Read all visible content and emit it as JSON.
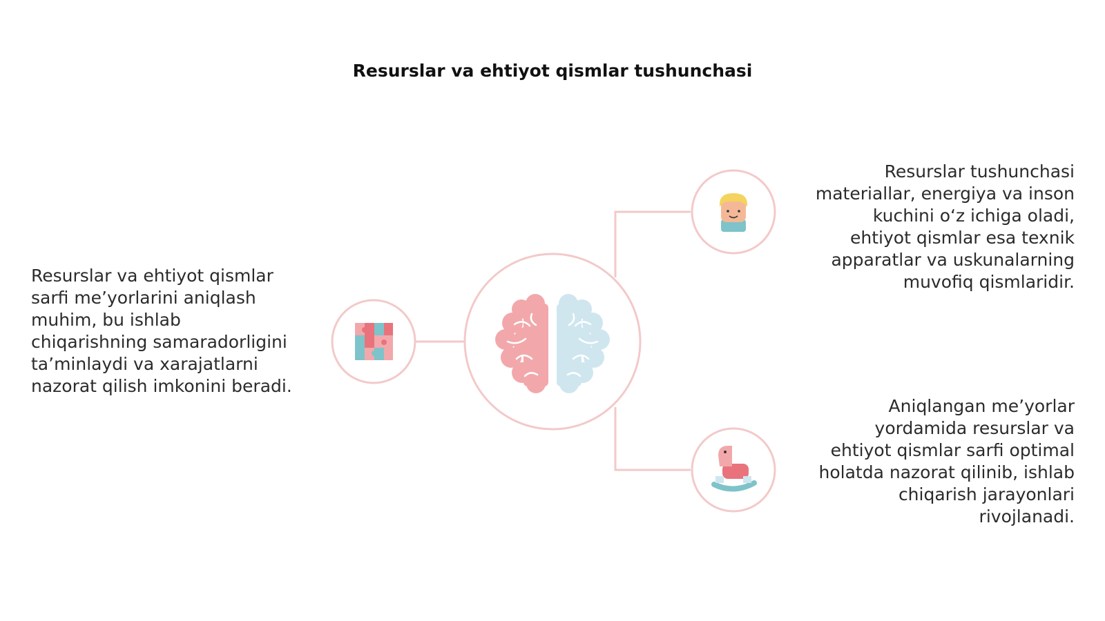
{
  "title": "Resurslar va ehtiyot qismlar tushunchasi",
  "center": {
    "icon": "brain-icon"
  },
  "nodes": [
    {
      "icon": "puzzle-icon",
      "text": "Resurslar va ehtiyot qismlar\nsarfi me’yorlarini aniqlash\nmuhim, bu ishlab\nchiqarishning samaradorligini\nta’minlaydi va xarajatlarni\nnazorat qilish imkonini beradi."
    },
    {
      "icon": "child-face-icon",
      "text": "Resurslar tushunchasi\nmateriallar, energiya va inson\nkuchini o‘z ichiga oladi,\nehtiyot qismlar esa texnik\napparatlar va uskunalarning\nmuvofiq qismlaridir."
    },
    {
      "icon": "rocking-horse-icon",
      "text": "Aniqlangan me’yorlar\nyordamida resurslar va\nehtiyot qismlar sarfi optimal\nholatda nazorat qilinib, ishlab\nchiqarish jarayonlari\nrivojlanadi."
    }
  ],
  "colors": {
    "ring": "#f3c9c9",
    "pink": "#f2a8ab",
    "blue": "#cfe6ef",
    "teal": "#7ec3c9",
    "red": "#e8737c",
    "skin": "#f5b896",
    "hair": "#f4d35e"
  }
}
